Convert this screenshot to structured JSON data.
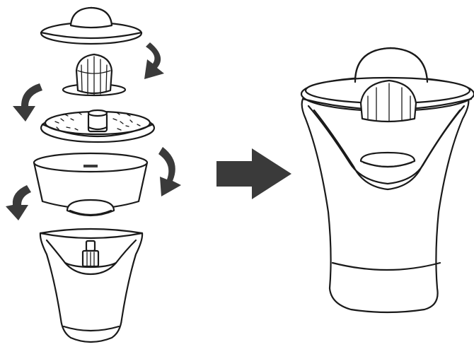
{
  "diagram": {
    "steps": [
      {
        "part": "dome-lid"
      },
      {
        "part": "reamer-cone"
      },
      {
        "part": "strainer-disc"
      },
      {
        "part": "juice-bowl-with-spout"
      },
      {
        "part": "motor-base"
      }
    ],
    "result": {
      "part": "assembled-juicer"
    },
    "colors": {
      "line": "#1a1a1a",
      "arrow": "#3a3a3a",
      "background": "#ffffff"
    }
  }
}
